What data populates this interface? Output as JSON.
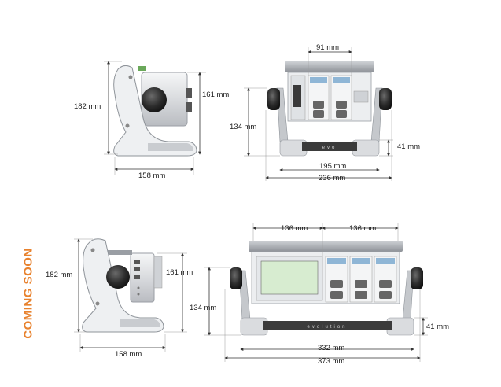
{
  "labels": {
    "banner": "COMING SOON",
    "top_side_height": "182 mm",
    "top_side_body": "161 mm",
    "top_side_depth": "158 mm",
    "top_front_module": "91 mm",
    "top_front_height": "134 mm",
    "top_front_foot": "41 mm",
    "top_front_inner": "195 mm",
    "top_front_outer": "236 mm",
    "bottom_side_height": "182 mm",
    "bottom_side_body": "161 mm",
    "bottom_side_depth": "158 mm",
    "bottom_front_left_module": "136 mm",
    "bottom_front_right_module": "136 mm",
    "bottom_front_height": "134 mm",
    "bottom_front_foot": "41 mm",
    "bottom_front_inner": "332 mm",
    "bottom_front_outer": "373 mm",
    "base_brand_top": "evo",
    "base_brand_bottom": "evolution"
  },
  "colors": {
    "banner": "#e8822e",
    "dimension_line": "#333333",
    "housing": "#e9eaec",
    "frame": "#9ea2a8",
    "knob": "#2a2a2a",
    "module_accent": "#8fb6d6",
    "screen": "#d7ecd0"
  }
}
